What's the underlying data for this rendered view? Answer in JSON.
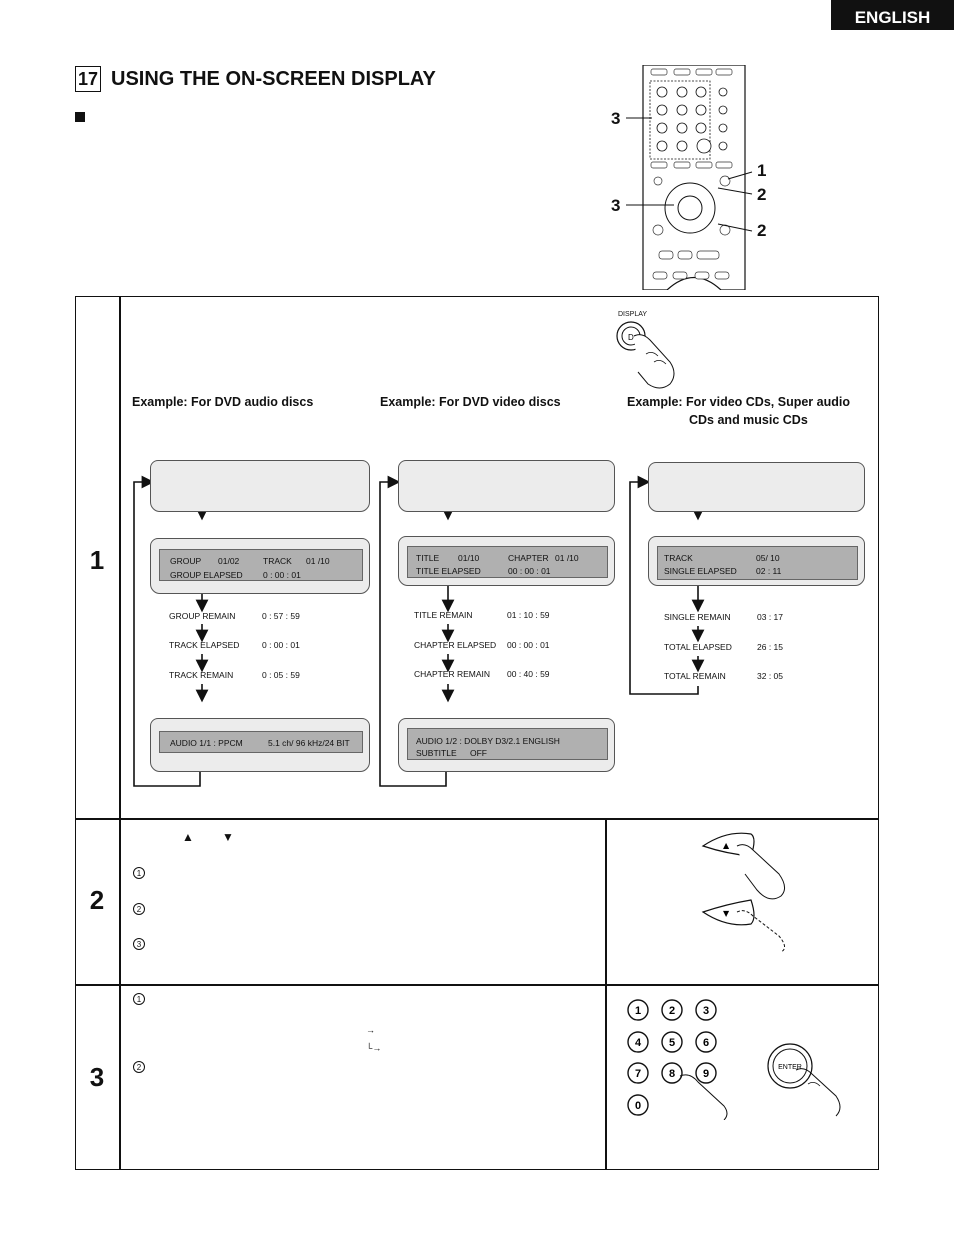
{
  "header": {
    "language_tab": "ENGLISH"
  },
  "section": {
    "number": "17",
    "title": "USING THE ON-SCREEN DISPLAY"
  },
  "callouts": {
    "c3a": "3",
    "c1": "1",
    "c2a": "2",
    "c3b": "3",
    "c2b": "2"
  },
  "steps": {
    "s1": "1",
    "s2": "2",
    "s3": "3"
  },
  "step1": {
    "display_button_label": "DISPLAY",
    "examples": {
      "dvd_audio": "Example: For DVD audio discs",
      "dvd_video": "Example: For DVD video discs",
      "vcd_line1": "Example: For video CDs, Super audio",
      "vcd_line2": "CDs and music CDs"
    },
    "dvd_audio": {
      "osd1": {
        "group": "GROUP",
        "group_val": "01/02",
        "track": "TRACK",
        "track_val": "01  /10",
        "group_elapsed": "GROUP ELAPSED",
        "group_elapsed_val": "0 : 00 : 01"
      },
      "items": [
        {
          "label": "GROUP REMAIN",
          "value": "0 : 57 : 59"
        },
        {
          "label": "TRACK ELAPSED",
          "value": "0 : 00 : 01"
        },
        {
          "label": "TRACK REMAIN",
          "value": "0 : 05 : 59"
        }
      ],
      "osd2": {
        "audio": "AUDIO  1/1  :  PPCM",
        "audio_val": "5.1 ch/   96 kHz/24 BIT"
      }
    },
    "dvd_video": {
      "osd1": {
        "title": "TITLE",
        "title_val": "01/10",
        "chapter": "CHAPTER",
        "chapter_val": "01  /10",
        "title_elapsed": "TITLE  ELAPSED",
        "title_elapsed_val": "00 : 00 : 01"
      },
      "items": [
        {
          "label": "TITLE REMAIN",
          "value": "01 : 10 : 59"
        },
        {
          "label": "CHAPTER ELAPSED",
          "value": "00 : 00 : 01"
        },
        {
          "label": "CHAPTER REMAIN",
          "value": "00 : 40 : 59"
        }
      ],
      "osd2": {
        "line1": "AUDIO  1/2  :  DOLBY  D3/2.1  ENGLISH",
        "subtitle": "SUBTITLE",
        "subtitle_val": "OFF"
      }
    },
    "vcd": {
      "osd1": {
        "track": "TRACK",
        "track_val": "05/ 10",
        "single_elapsed": "SINGLE ELAPSED",
        "single_elapsed_val": "02 : 11"
      },
      "items": [
        {
          "label": "SINGLE REMAIN",
          "value": "03 : 17"
        },
        {
          "label": "TOTAL ELAPSED",
          "value": "26 : 15"
        },
        {
          "label": "TOTAL REMAIN",
          "value": "32 : 05"
        }
      ]
    }
  },
  "step2": {
    "up_sym": "▲",
    "down_sym": "▼",
    "marks": [
      "1",
      "2",
      "3"
    ]
  },
  "step3": {
    "marks": [
      "1",
      "2"
    ],
    "enter_label": "ENTER",
    "numpad": [
      "1",
      "2",
      "3",
      "4",
      "5",
      "6",
      "7",
      "8",
      "9",
      "0"
    ]
  }
}
